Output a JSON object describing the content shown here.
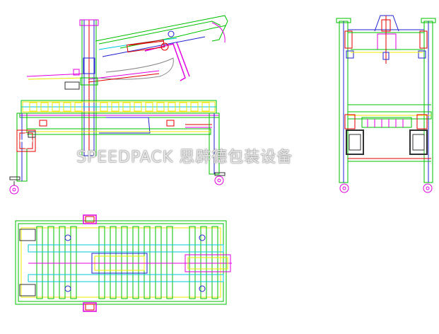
{
  "watermark": {
    "text": "SPEEDPACK 思辟德包装设备"
  },
  "colors": {
    "green": "#00c000",
    "blue": "#2020d0",
    "red": "#e00000",
    "magenta": "#e000e0",
    "yellow": "#e8e800",
    "cyan": "#00c8d8",
    "dark": "#303030",
    "gray": "#8a8a8a"
  },
  "views": [
    "side-view",
    "end-view",
    "top-view"
  ]
}
